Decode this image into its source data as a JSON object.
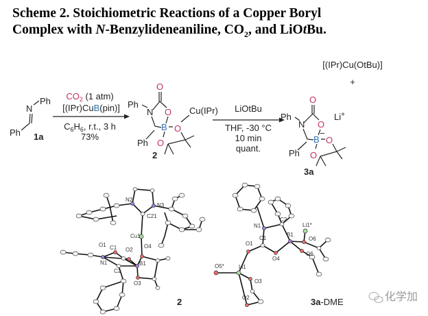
{
  "title": {
    "line1": "Scheme 2. Stoichiometric Reactions of a Copper Boryl",
    "line2_a": "Complex with ",
    "line2_n": "N",
    "line2_b": "-Benzylideneaniline, CO",
    "line2_sub": "2",
    "line2_c": ", and LiO",
    "line2_t": "t",
    "line2_d": "Bu."
  },
  "step1": {
    "reagent_co2": "CO",
    "reagent_co2_sub": "2",
    "reagent_co2_rest": " (1 atm)",
    "catalyst_a": "[(IPr)Cu",
    "catalyst_b": "B",
    "catalyst_c": "(pin)]",
    "solvent_a": "C",
    "solvent_sub1": "6",
    "solvent_b": "H",
    "solvent_sub2": "6",
    "solvent_c": ", r.t., 3 h",
    "yield": "73%"
  },
  "step2": {
    "reagent": "LiOtBu",
    "conditions": "THF, -30 °C",
    "time": "10 min",
    "yield": "quant."
  },
  "compounds": {
    "c1a": {
      "label": "1a",
      "N": "N",
      "Ph1": "Ph",
      "Ph2": "Ph"
    },
    "c2": {
      "label": "2",
      "Ph1": "Ph",
      "N": "N",
      "O_carbonyl": "O",
      "O_ring": "O",
      "B": "B",
      "O1": "O",
      "O2": "O",
      "Cu": "Cu(IPr)",
      "Ph2": "Ph"
    },
    "c3a": {
      "label": "3a",
      "byproduct": "[(IPr)Cu(OtBu)]",
      "plus": "+",
      "Ph1": "Ph",
      "N": "N",
      "O_carbonyl": "O",
      "O_ring": "O",
      "B": "B",
      "charge": "−",
      "O1": "O",
      "O2": "O",
      "Li": "Li",
      "Li_charge": "+",
      "Ph2": "Ph"
    }
  },
  "crystal_structures": {
    "s2": {
      "label": "2",
      "atoms": [
        "N2",
        "N3",
        "C21",
        "Cu1",
        "O1",
        "C1",
        "O2",
        "O4",
        "N1",
        "B1",
        "C2",
        "O3"
      ]
    },
    "s3a": {
      "label_bold": "3a",
      "label_rest": "-DME",
      "atoms": [
        "N1",
        "C2",
        "Li1*",
        "B1",
        "O6",
        "C1",
        "O1",
        "O6",
        "O4",
        "O5*",
        "Li1",
        "O3",
        "O2"
      ]
    }
  },
  "watermark": {
    "text": "化学加",
    "icon": "wechat-icon"
  }
}
